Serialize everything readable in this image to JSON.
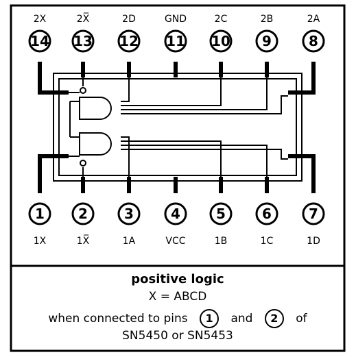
{
  "top_pins": [
    {
      "number": "14",
      "label": "2X"
    },
    {
      "number": "13",
      "label": "2X̅"
    },
    {
      "number": "12",
      "label": "2D"
    },
    {
      "number": "11",
      "label": "GND"
    },
    {
      "number": "10",
      "label": "2C"
    },
    {
      "number": "9",
      "label": "2B"
    },
    {
      "number": "8",
      "label": "2A"
    }
  ],
  "bottom_pins": [
    {
      "number": "1",
      "label": "1X"
    },
    {
      "number": "2",
      "label": "1X̅"
    },
    {
      "number": "3",
      "label": "1A"
    },
    {
      "number": "4",
      "label": "VCC"
    },
    {
      "number": "5",
      "label": "1B"
    },
    {
      "number": "6",
      "label": "1C"
    },
    {
      "number": "7",
      "label": "1D"
    }
  ],
  "caption": {
    "title": "positive logic",
    "expression": "X = ABCD",
    "line3_prefix": "when connected to pins",
    "pin_a": "1",
    "line3_middle": "and",
    "pin_b": "2",
    "line3_suffix": "of",
    "line4": "SN5450 or SN5453"
  }
}
